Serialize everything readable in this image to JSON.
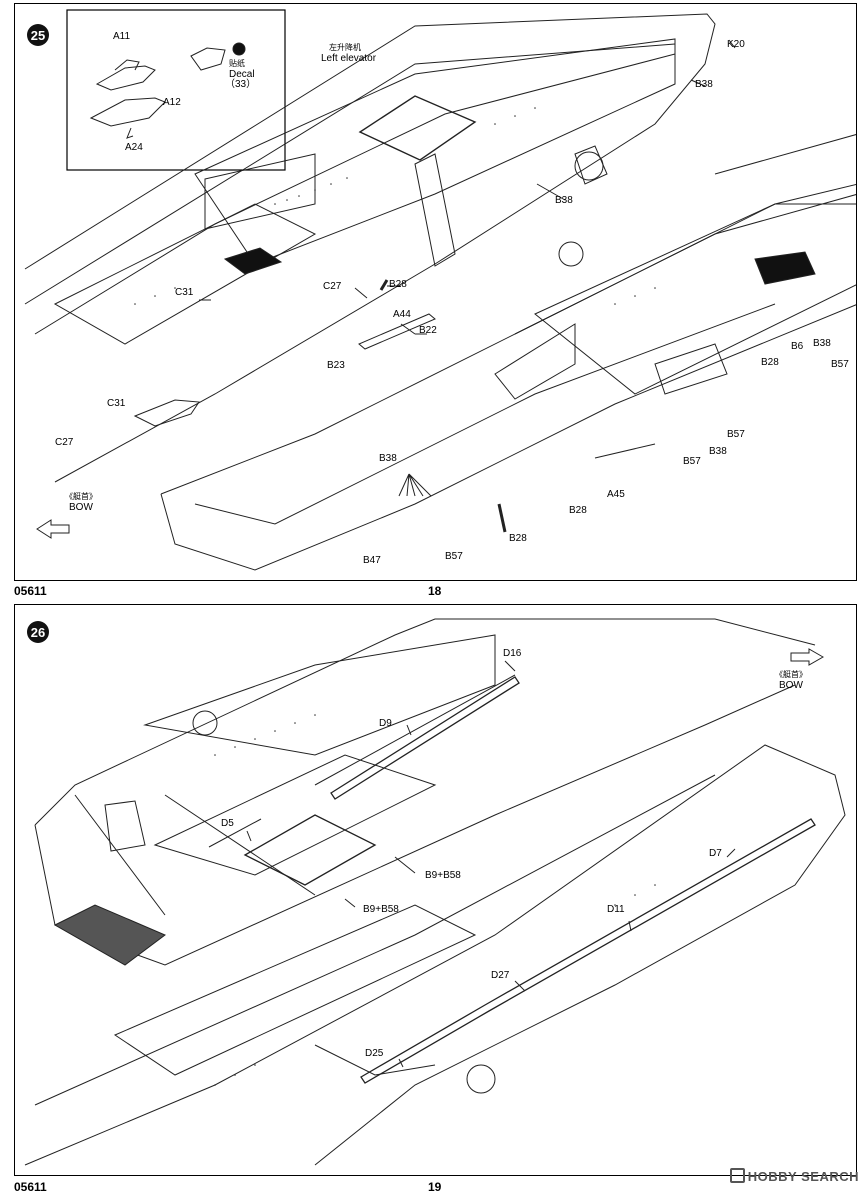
{
  "pages": [
    {
      "step": "25",
      "code": "05611",
      "number": "18",
      "inset": {
        "parts": [
          "A11",
          "A12",
          "A24"
        ],
        "decal_cn": "贴纸",
        "decal_en": "Decal",
        "decal_no": "（33）"
      },
      "labels": {
        "left_elevator_cn": "左升降机",
        "left_elevator_en": "Left elevator",
        "k20": "K20",
        "b38a": "B38",
        "b38b": "B38",
        "b28a": "B28",
        "c27a": "C27",
        "c31a": "C31",
        "a44": "A44",
        "b22": "B22",
        "b23": "B23",
        "c31b": "C31",
        "c27b": "C27",
        "b6": "B6",
        "b38c": "B38",
        "b28b": "B28",
        "b57a": "B57",
        "b57b": "B57",
        "b38d": "B38",
        "b57c": "B57",
        "a45": "A45",
        "b28c": "B28",
        "b38e": "B38",
        "b28d": "B28",
        "b47": "B47",
        "b57d": "B57"
      },
      "bow_cn": "《艇首》",
      "bow_en": "BOW"
    },
    {
      "step": "26",
      "code": "05611",
      "number": "19",
      "labels": {
        "d16": "D16",
        "d9": "D9",
        "d5": "D5",
        "b9b58a": "B9+B58",
        "b9b58b": "B9+B58",
        "d7": "D7",
        "d11": "D11",
        "d27": "D27",
        "d25": "D25"
      },
      "bow_cn": "《艇首》",
      "bow_en": "BOW"
    }
  ],
  "watermark": "HOBBY SEARCH"
}
